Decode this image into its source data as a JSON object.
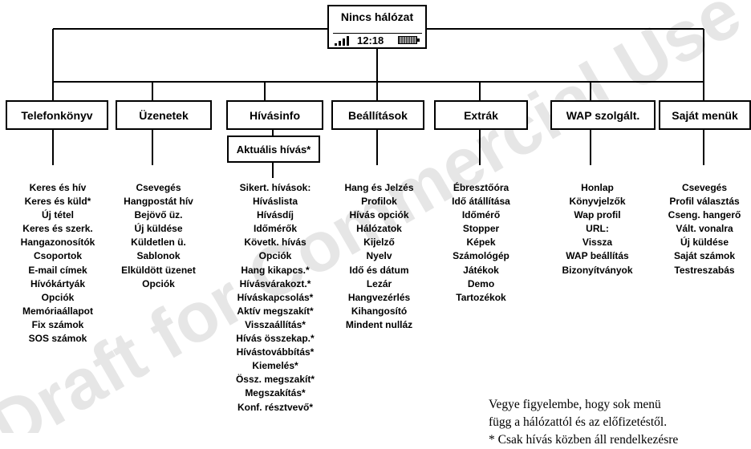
{
  "root": {
    "title": "Nincs hálózat",
    "clock": "12:18",
    "signal_icon": "signal-bars-icon",
    "battery_icon": "battery-icon"
  },
  "menus": [
    {
      "label": "Telefonkönyv",
      "items": [
        "Keres és hív",
        "Keres és küld*",
        "Új tétel",
        "Keres és szerk.",
        "Hangazonosítók",
        "Csoportok",
        "E-mail címek",
        "Hívókártyák",
        "Opciók",
        "Memóriaállapot",
        "Fix számok",
        "SOS számok"
      ]
    },
    {
      "label": "Üzenetek",
      "items": [
        "Csevegés",
        "Hangpostát hív",
        "Bejövő üz.",
        "Új küldése",
        "Küldetlen ü.",
        "Sablonok",
        "Elküldött üzenet",
        "Opciók"
      ]
    },
    {
      "label": "Hívásinfo",
      "submenu": "Aktuális hívás*",
      "items": [
        "Sikert. hívások:",
        "Híváslista",
        "Hívásdíj",
        "Időmérők",
        "Követk. hívás",
        "Opciók",
        "Hang kikapcs.*",
        "Hívásvárakozt.*",
        "Híváskapcsolás*",
        "Aktív megszakít*",
        "Visszaállítás*",
        "Hívás összekap.*",
        "Hívástovábbítás*",
        "Kiemelés*",
        "Össz. megszakít*",
        "Megszakítás*",
        "Konf. résztvevő*"
      ]
    },
    {
      "label": "Beállítások",
      "items": [
        "Hang és Jelzés",
        "Profilok",
        "Hívás opciók",
        "Hálózatok",
        "Kijelző",
        "Nyelv",
        "Idő és dátum",
        "Lezár",
        "Hangvezérlés",
        "Kihangosító",
        "Mindent nulláz"
      ]
    },
    {
      "label": "Extrák",
      "items": [
        "Ébresztőóra",
        "Idő átállítása",
        "Időmérő",
        "Stopper",
        "Képek",
        "Számológép",
        "Játékok",
        "Demo",
        "Tartozékok"
      ]
    },
    {
      "label": "WAP szolgált.",
      "items": [
        "Honlap",
        "Könyvjelzők",
        "Wap profil",
        "URL:",
        "Vissza",
        "WAP beállítás",
        "Bizonyítványok"
      ]
    },
    {
      "label": "Saját menük",
      "items": [
        "Csevegés",
        "Profil választás",
        "Cseng. hangerő",
        "Vált. vonalra",
        "Új küldése",
        "Saját számok",
        "Testreszabás"
      ]
    }
  ],
  "note": {
    "line1": "Vegye figyelembe, hogy sok menü",
    "line2": "függ a hálózattól és az előfizetéstől.",
    "line3": "* Csak hívás közben áll rendelkezésre"
  },
  "watermark": {
    "text": "Draft for Commercial Use",
    "color": "#c0c0c0"
  }
}
